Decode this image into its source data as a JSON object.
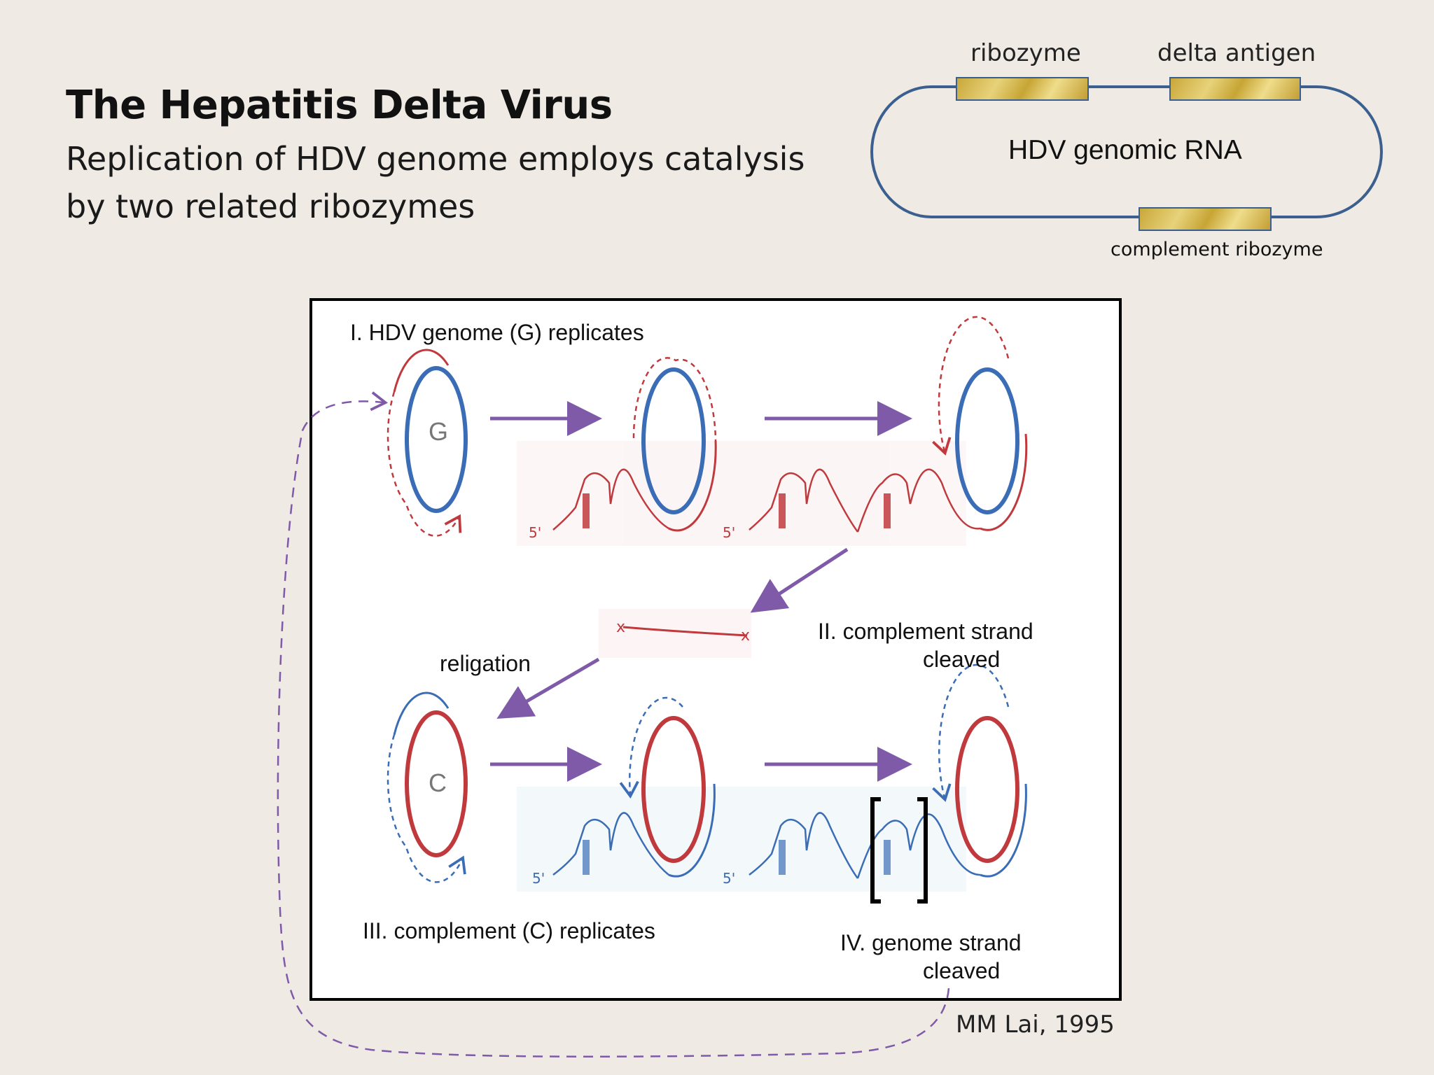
{
  "title": "The Hepatitis Delta Virus",
  "subtitle_line1": "Replication of HDV genome employs catalysis",
  "subtitle_line2": "by two related ribozymes",
  "genome_map": {
    "label_ribozyme": "ribozyme",
    "label_delta_antigen": "delta antigen",
    "label_center": "HDV genomic RNA",
    "label_complement_ribozyme": "complement  ribozyme"
  },
  "diagram": {
    "step1": "I.   HDV genome (G) replicates",
    "step2_line1": "II.    complement strand",
    "step2_line2": "cleaved",
    "religation": "religation",
    "step3": "III.   complement (C) replicates",
    "step4_line1": "IV.   genome strand",
    "step4_line2": "cleaved",
    "strand_g": "G",
    "strand_c": "C",
    "five_prime": "5'"
  },
  "citation": "MM Lai, 1995",
  "colors": {
    "background": "#efebe4",
    "genome_blue": "#3a6db5",
    "complement_red": "#c0393d",
    "arrow_purple": "#7e5aa8",
    "map_outline": "#3b5f8f",
    "gene_gold": "#d8bd55"
  }
}
